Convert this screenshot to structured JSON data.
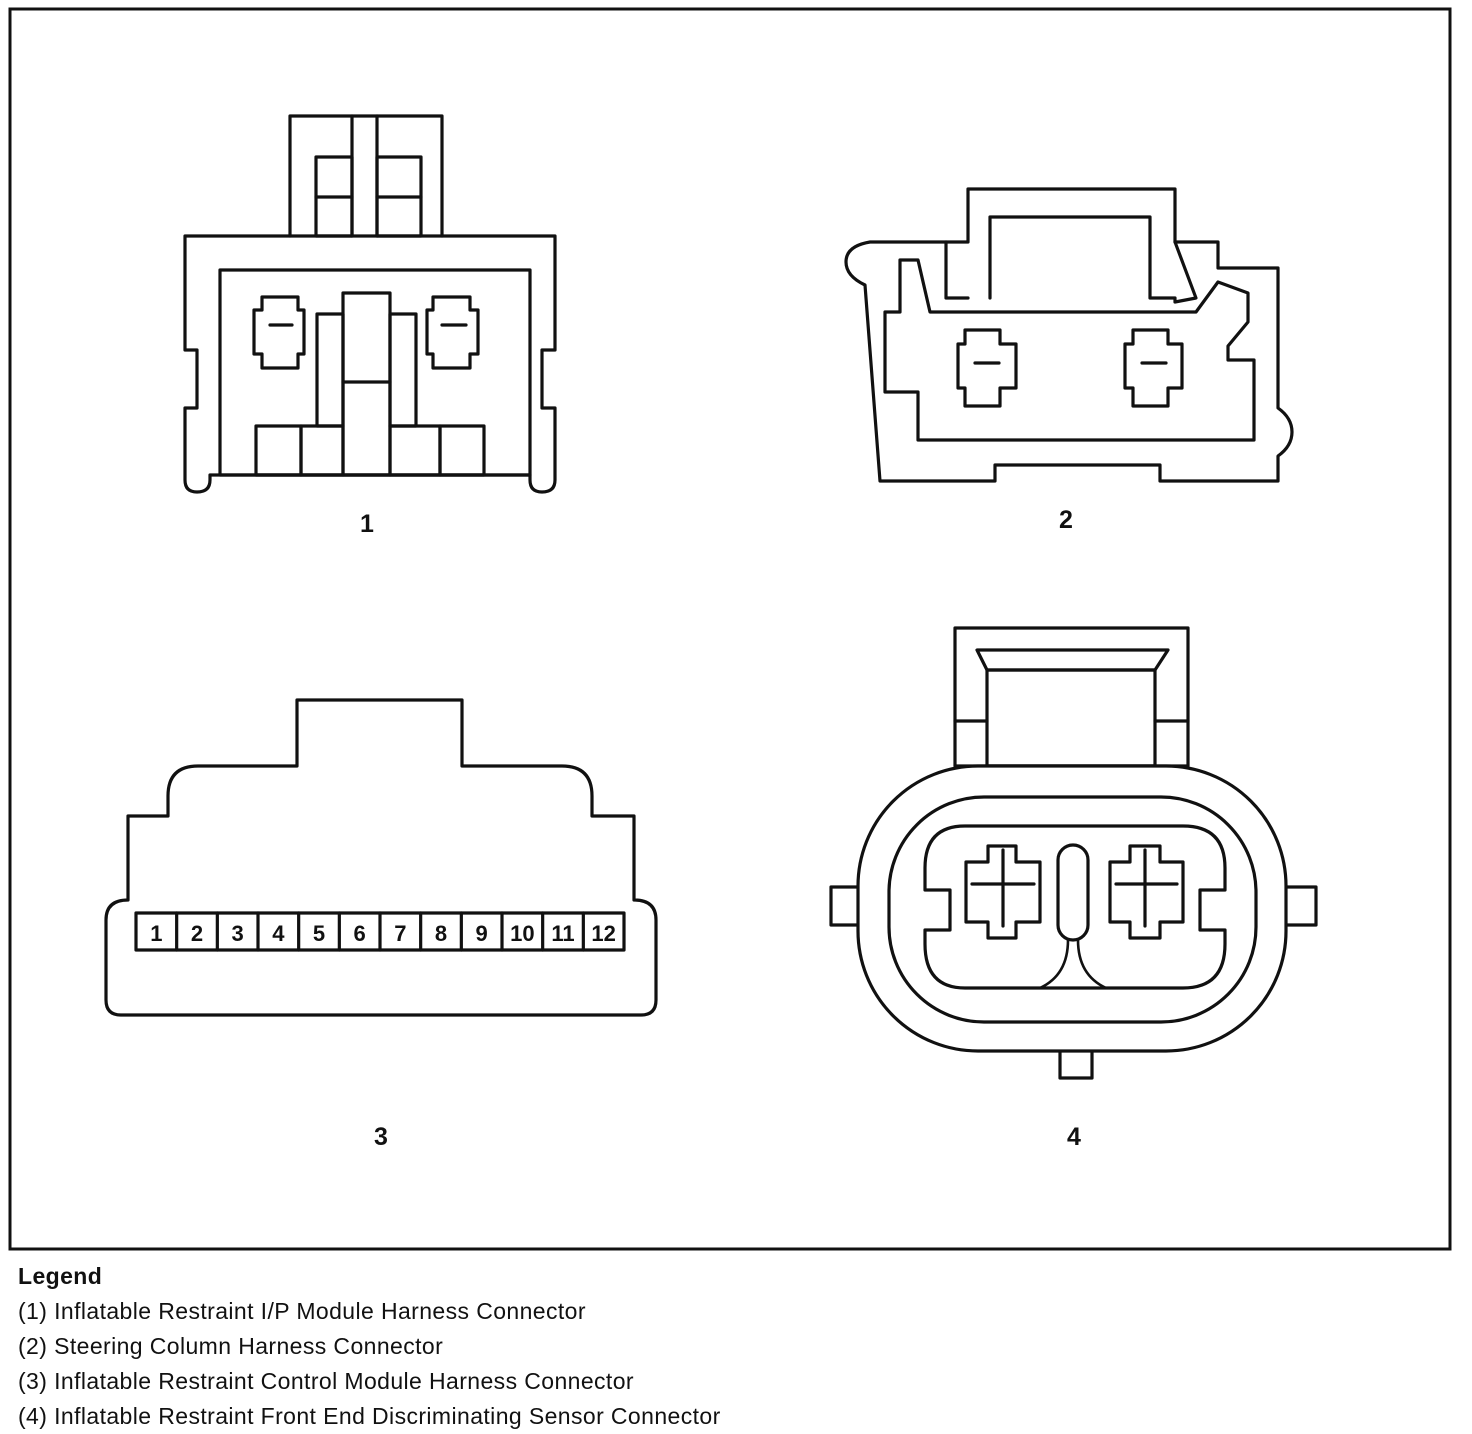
{
  "connectors": [
    {
      "number": "1"
    },
    {
      "number": "2"
    },
    {
      "number": "3",
      "pins": [
        "1",
        "2",
        "3",
        "4",
        "5",
        "6",
        "7",
        "8",
        "9",
        "10",
        "11",
        "12"
      ]
    },
    {
      "number": "4"
    }
  ],
  "legend": {
    "title": "Legend",
    "items": [
      "(1) Inflatable Restraint I/P Module Harness Connector",
      "(2) Steering Column Harness Connector",
      "(3) Inflatable Restraint Control Module Harness Connector",
      "(4) Inflatable Restraint Front End Discriminating Sensor Connector"
    ]
  }
}
